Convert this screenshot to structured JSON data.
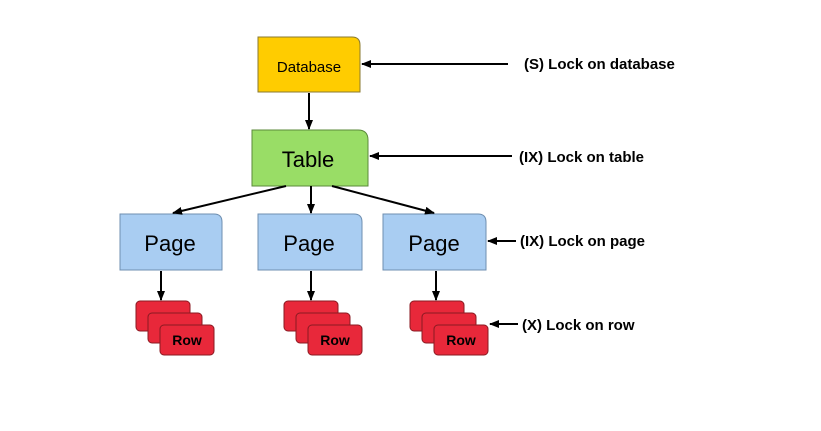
{
  "nodes": {
    "database": {
      "label": "Database",
      "color": "#FFCC00"
    },
    "table": {
      "label": "Table",
      "color": "#99DD66"
    },
    "pages": [
      {
        "label": "Page",
        "color": "#A9CDF2"
      },
      {
        "label": "Page",
        "color": "#A9CDF2"
      },
      {
        "label": "Page",
        "color": "#A9CDF2"
      }
    ],
    "rows": [
      {
        "label": "Row",
        "color": "#E8283A"
      },
      {
        "label": "Row",
        "color": "#E8283A"
      },
      {
        "label": "Row",
        "color": "#E8283A"
      }
    ]
  },
  "annotations": {
    "database": "(S) Lock on database",
    "table": "(IX) Lock on table",
    "page": "(IX) Lock on page",
    "row": "(X) Lock on row"
  }
}
